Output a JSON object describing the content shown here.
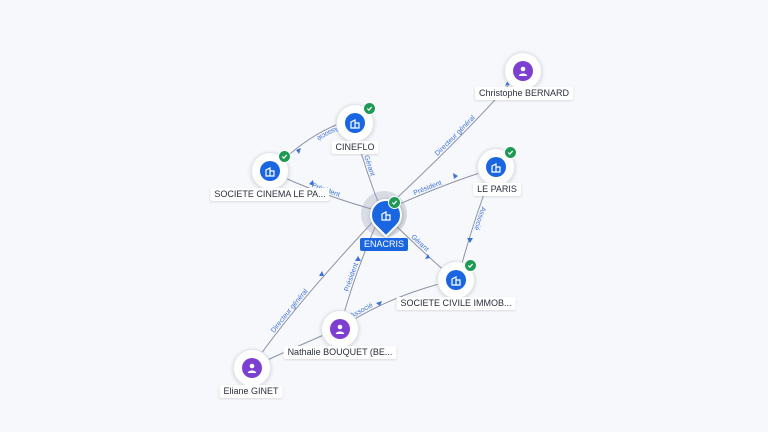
{
  "colors": {
    "company": "#1a66e0",
    "person": "#7d3fd0",
    "verified": "#1f9a55",
    "edge_label": "#3d73d8",
    "edge_line": "#8a93a8",
    "background": "#f7f8fb"
  },
  "center": {
    "label": "ENACRIS",
    "icon": "building-icon",
    "verified": true
  },
  "nodes": {
    "christophe_bernard": {
      "label": "Christophe BERNARD",
      "type": "person",
      "icon": "person-icon"
    },
    "cineflo": {
      "label": "CINEFLO",
      "type": "company",
      "icon": "building-icon",
      "verified": true
    },
    "societe_cinema": {
      "label": "SOCIETE CINEMA LE PA...",
      "type": "company",
      "icon": "building-icon",
      "verified": true
    },
    "le_paris": {
      "label": "LE PARIS",
      "type": "company",
      "icon": "building-icon",
      "verified": true
    },
    "societe_civile": {
      "label": "SOCIETE CIVILE IMMOB...",
      "type": "company",
      "icon": "building-icon",
      "verified": true
    },
    "nathalie_bouquet": {
      "label": "Nathalie BOUQUET (BE...",
      "type": "person",
      "icon": "person-icon"
    },
    "eliane_ginet": {
      "label": "Eliane GINET",
      "type": "person",
      "icon": "person-icon"
    }
  },
  "edges": {
    "cineflo_enacris": "Gérant",
    "cinema_enacris": "Président",
    "cineflo_cinema": "Associé",
    "christophe_enacris": "Directeur général",
    "enacris_leparis": "Président",
    "leparis_civile": "Associé",
    "enacris_civile": "Gérant",
    "nathalie_enacris": "Président",
    "eliane_enacris": "Directeur général",
    "nathalie_civile": "Associé"
  }
}
